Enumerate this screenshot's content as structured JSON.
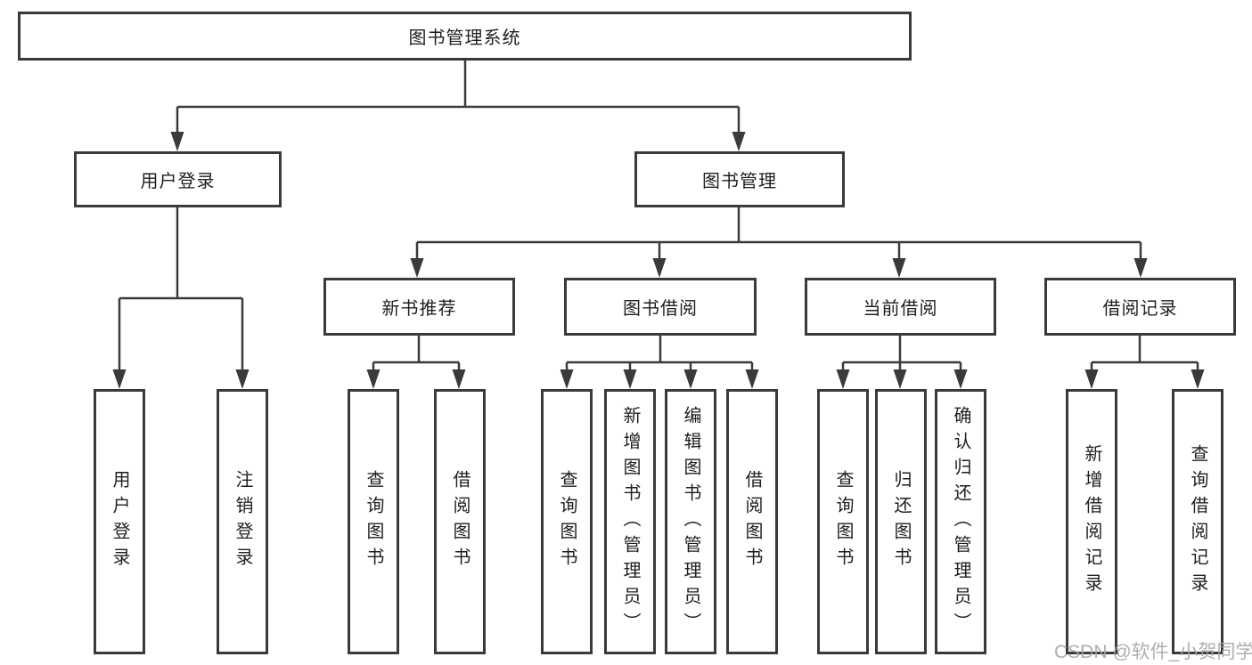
{
  "colors": {
    "line": "#3a3a3a",
    "box_border": "#3a3a3a",
    "text": "#1f1f1f",
    "background": "#ffffff",
    "watermark": "#a5a5a5"
  },
  "nodes": {
    "root": "图书管理系统",
    "level2": {
      "user_login": "用户登录",
      "book_management": "图书管理"
    },
    "level3": {
      "new_book_recommendation": "新书推荐",
      "book_borrowing": "图书借阅",
      "current_borrowing": "当前借阅",
      "borrowing_records": "借阅记录"
    },
    "leaves": {
      "user_login": "用户登录",
      "logout": "注销登录",
      "recommend_query_books": "查询图书",
      "recommend_borrow_books": "借阅图书",
      "borrow_query_books": "查询图书",
      "borrow_add_books": "新增图书（管理员）",
      "borrow_edit_books": "编辑图书（管理员）",
      "borrow_borrow_books": "借阅图书",
      "current_query_books": "查询图书",
      "current_return_books": "归还图书",
      "current_confirm_return": "确认归还（管理员）",
      "records_add_record": "新增借阅记录",
      "records_query_record": "查询借阅记录"
    }
  },
  "watermark": "CSDN @软件_小贺同学"
}
